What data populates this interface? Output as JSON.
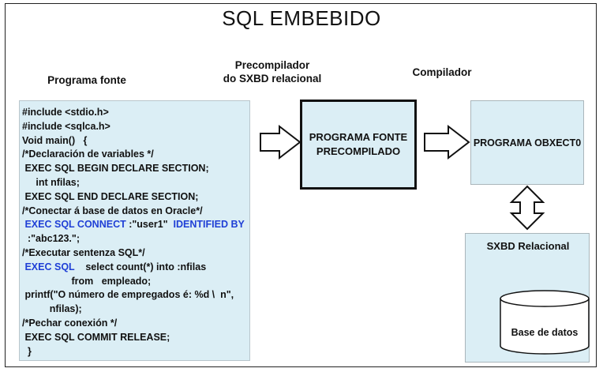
{
  "title": "SQL EMBEBIDO",
  "labels": {
    "programa_fonte": "Programa fonte",
    "precompilador_line1": "Precompilador",
    "precompilador_line2": "do SXBD relacional",
    "compilador": "Compilador"
  },
  "source_code": {
    "lines": [
      {
        "text": "#include <stdio.h>",
        "kw": false
      },
      {
        "text": "#include <sqlca.h>",
        "kw": false
      },
      {
        "text": "Void main()   {",
        "kw": false
      },
      {
        "text": "/*Declaración de variables */",
        "kw": false
      },
      {
        "text": " EXEC SQL BEGIN DECLARE SECTION;",
        "kw": true
      },
      {
        "text": "     int nfilas;",
        "kw": false
      },
      {
        "text": " EXEC SQL END DECLARE SECTION;",
        "kw": true
      },
      {
        "text": "/*Conectar á base de datos en Oracle*/",
        "kw": false
      }
    ],
    "connect_kw1": " EXEC SQL CONNECT",
    "connect_user": " :\"user1\"  ",
    "connect_kw2": "IDENTIFIED BY",
    "connect_pass": "  :\"abc123.\";",
    "exec_comment": "/*Executar sentenza SQL*/",
    "select_kw": " EXEC SQL",
    "select_rest": "    select count(*) into :nfilas",
    "from_line": "                  from   empleado;",
    "printf_line1": " printf(\"O número de empregados é: %d \\  n\",",
    "printf_line2": "          nfilas);",
    "close_comment": "/*Pechar conexión */",
    "commit_line": " EXEC SQL COMMIT RELEASE;",
    "closing_brace": "  }"
  },
  "precompiled_box": {
    "line1": "PROGRAMA FONTE",
    "line2": "PRECOMPILADO"
  },
  "object_box": {
    "label": "PROGRAMA OBXECT0"
  },
  "sxbd_box": {
    "title": "SXBD Relacional",
    "database_label": "Base de datos"
  },
  "colors": {
    "box_fill": "#dbeef5",
    "keyword": "#1f3fd6",
    "outline": "#111111"
  }
}
